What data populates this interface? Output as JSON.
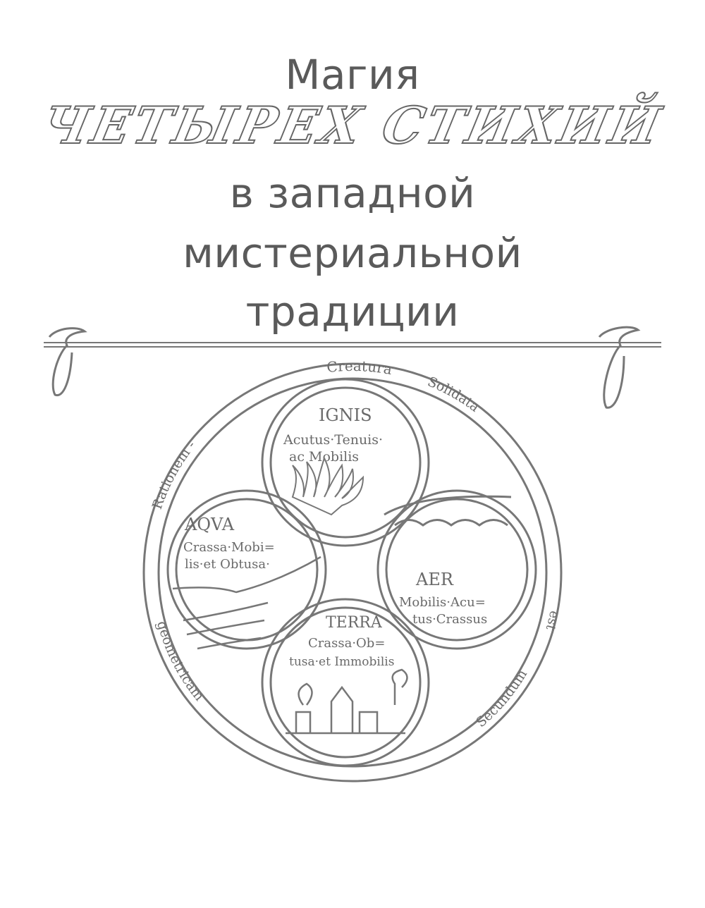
{
  "title": {
    "line1": "Магия",
    "line2": "ЧЕТЫРЕХ СТИХИЙ",
    "line3": "в западной",
    "line4": "мистериальной",
    "line5": "традиции"
  },
  "illustration": {
    "ring": {
      "top": "Creatura",
      "upper_right": "Solidata",
      "upper_left": "Rationem -",
      "right": "est",
      "lower_left": "geometricam",
      "lower_right": "Secundum"
    },
    "ignis": {
      "name": "IGNIS",
      "line1": "Acutus·Tenuis·",
      "line2": "ac Mobilis"
    },
    "aqua": {
      "name": "AQVA",
      "line1": "Crassa·Mobi=",
      "line2": "lis·et Obtusa·"
    },
    "aer": {
      "name": "AER",
      "line1": "Mobilis·Acu=",
      "line2": "tus·Crassus"
    },
    "terra": {
      "name": "TERRA",
      "line1": "Crassa·Ob=",
      "line2": "tusa·et Immobilis"
    }
  }
}
